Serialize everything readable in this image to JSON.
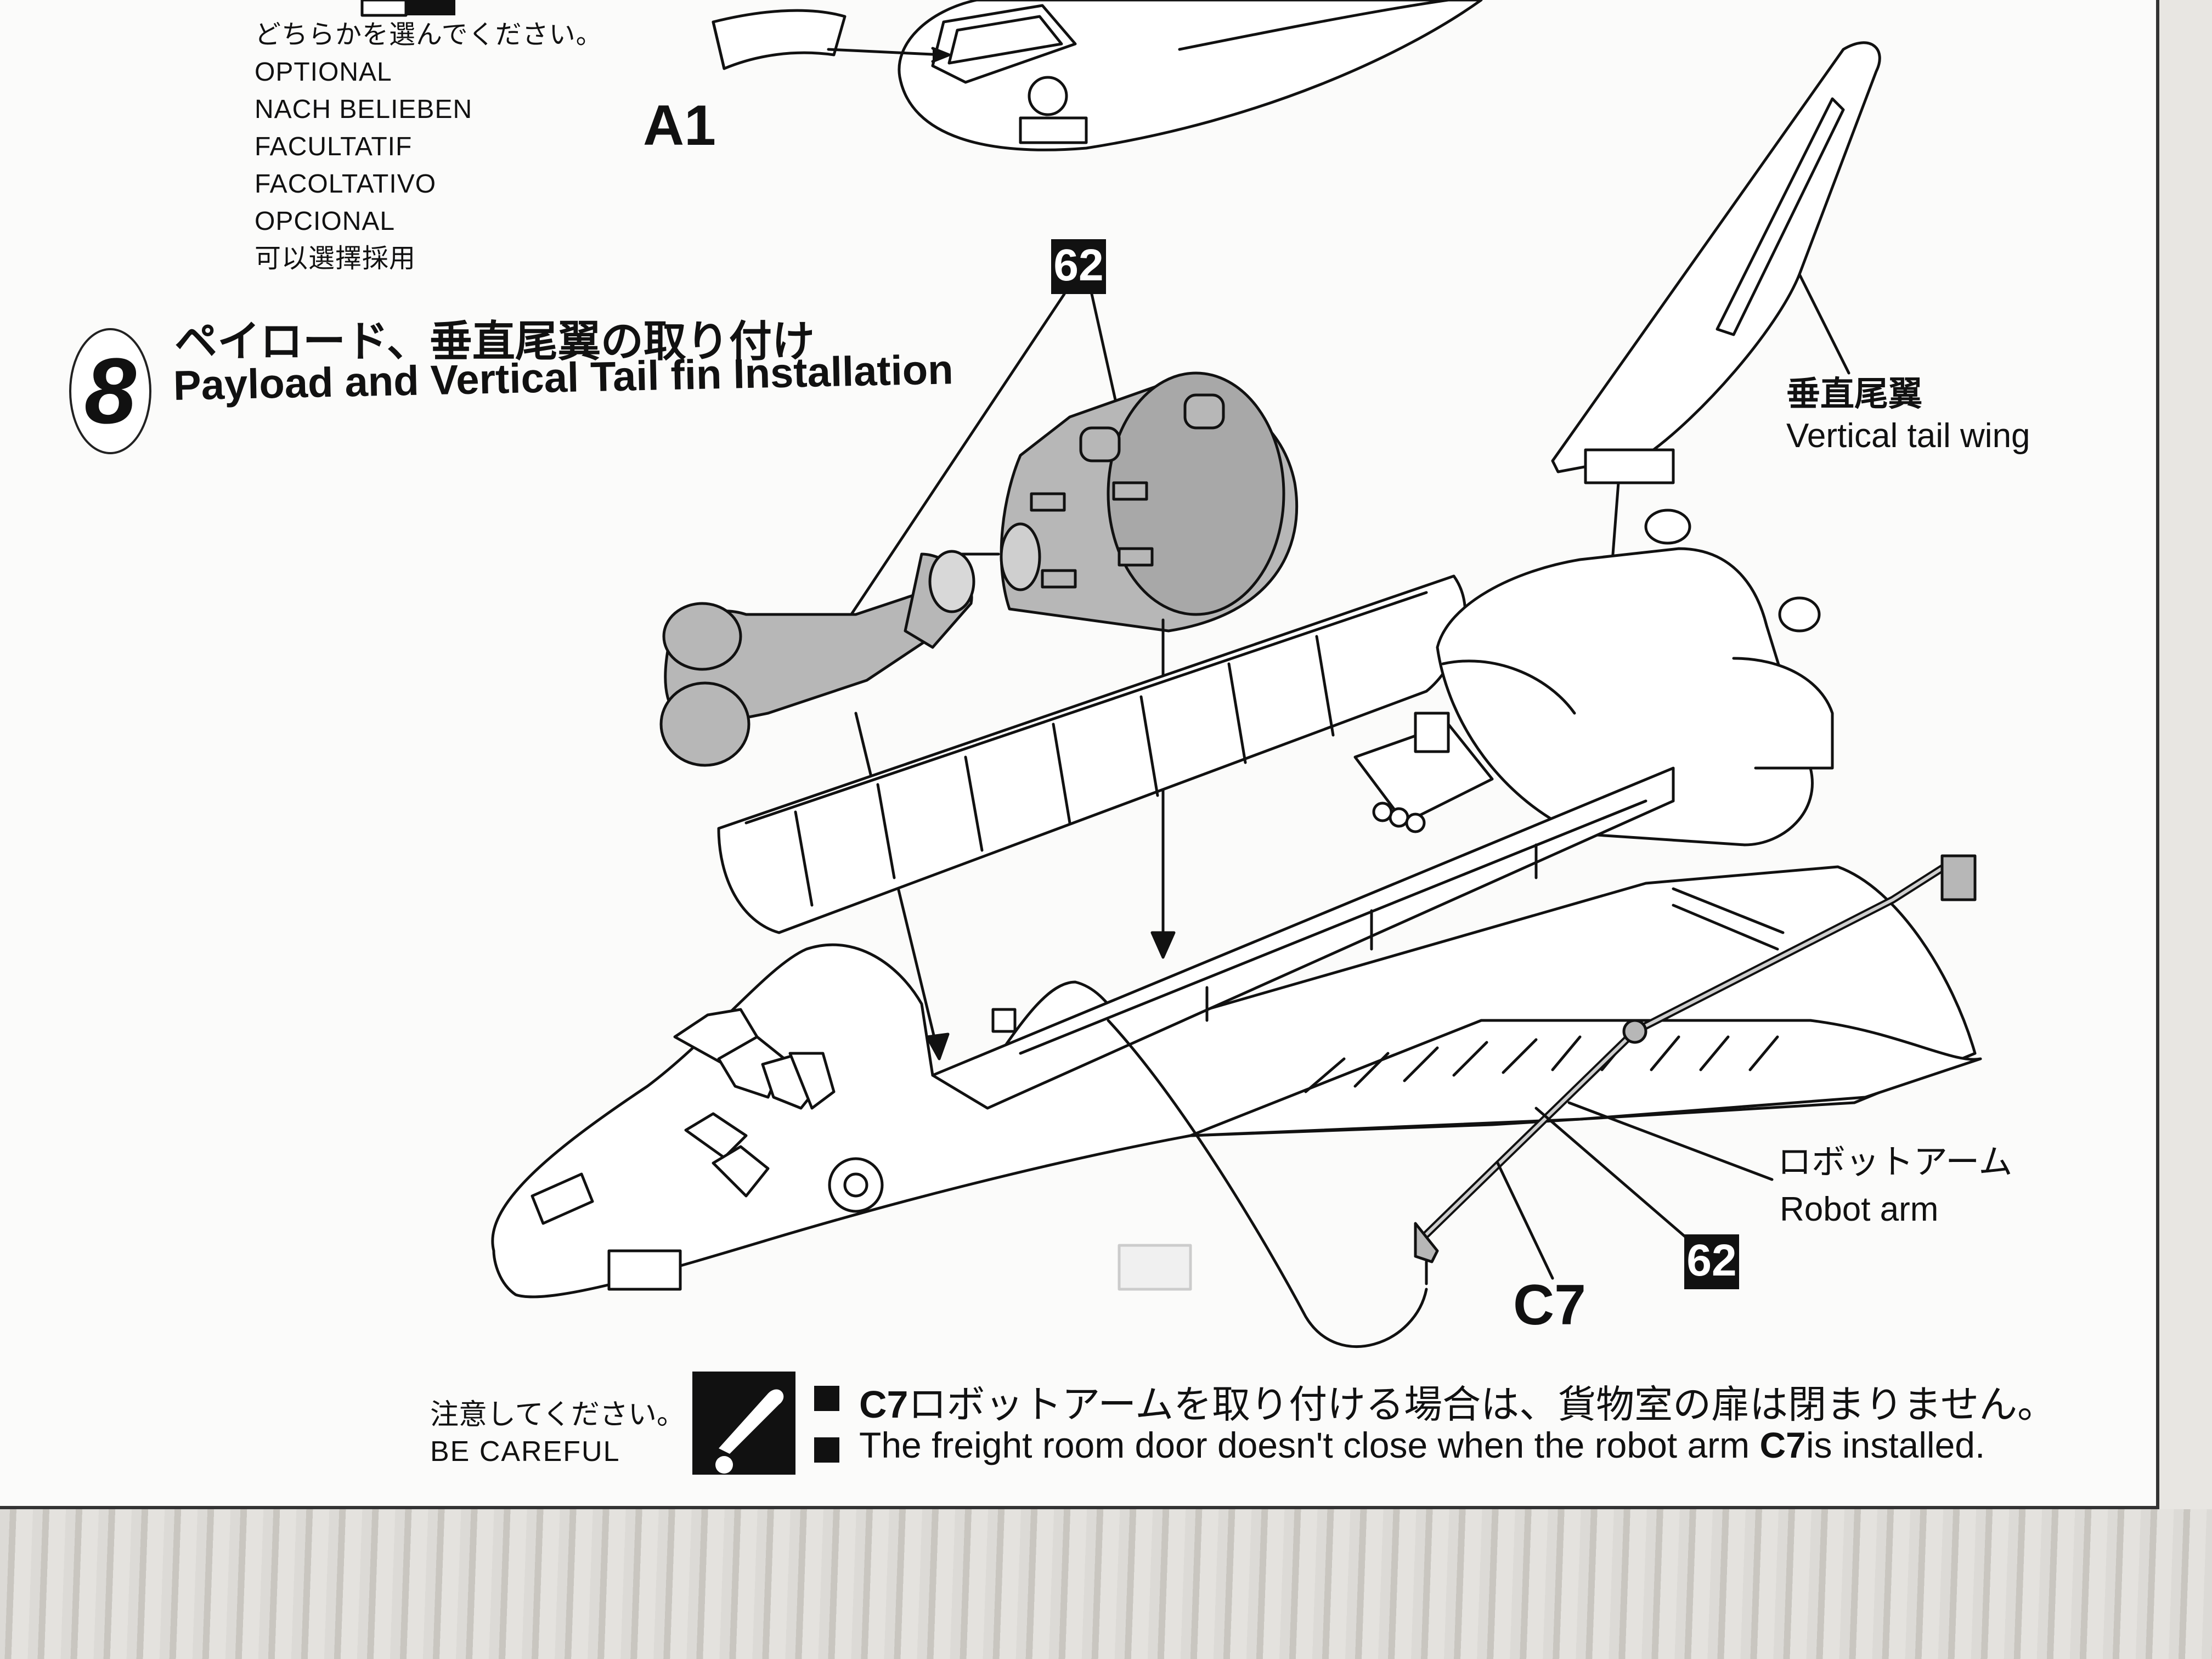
{
  "optional_list": [
    "どちらかを選んでください。",
    "OPTIONAL",
    "NACH BELIEBEN",
    "FACULTATIF",
    "FACOLTATIVO",
    "OPCIONAL",
    "可以選擇採用"
  ],
  "parts": {
    "a1": "A1",
    "c7": "C7",
    "num_62": "62"
  },
  "step": {
    "number": "8",
    "title_ja": "ペイロード、垂直尾翼の取り付け",
    "title_en": "Payload and Vertical Tail fin Installation"
  },
  "callouts": {
    "tail_ja": "垂直尾翼",
    "tail_en": "Vertical tail wing",
    "arm_ja": "ロボットアーム",
    "arm_en": "Robot arm"
  },
  "caution": {
    "label_ja": "注意してください。",
    "label_en": "BE CAREFUL",
    "note_ja_code": "C7",
    "note_ja_text": "ロボットアームを取り付ける場合は、貨物室の扉は閉まりません。",
    "note_en_pre": "The freight room door doesn't close when the robot arm ",
    "note_en_code": "C7",
    "note_en_post": "is installed."
  },
  "icons": {
    "warning": "exclamation-icon",
    "bullet": "square-bullet-icon"
  },
  "colors": {
    "ink": "#111111",
    "paper": "#fbfbfa",
    "part_gray": "#b7b7b7"
  }
}
